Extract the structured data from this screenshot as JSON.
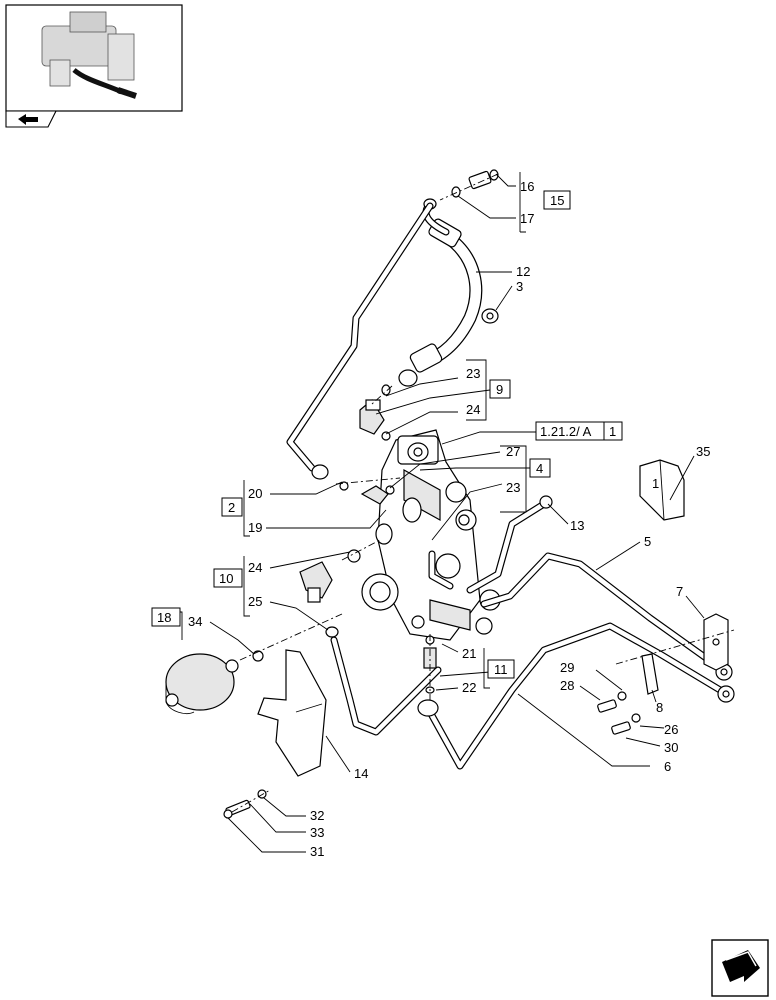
{
  "thumbnail": {
    "icon": "tractor-valve-assembly-thumbnail"
  },
  "nav": {
    "prev_icon": "page-back-arrow-icon",
    "next_icon": "page-next-arrow-icon"
  },
  "references": {
    "ref_1_21_2": "1.21.2/ A",
    "ref_1_21_2_b": "1"
  },
  "boxed_labels": {
    "b2": "2",
    "b4": "4",
    "b9": "9",
    "b10": "10",
    "b11": "11",
    "b15": "15",
    "b18": "18"
  },
  "labels": {
    "l3": "3",
    "l5": "5",
    "l6": "6",
    "l7": "7",
    "l8": "8",
    "l12": "12",
    "l13": "13",
    "l14": "14",
    "l16": "16",
    "l17": "17",
    "l19": "19",
    "l20": "20",
    "l21": "21",
    "l22": "22",
    "l23a": "23",
    "l23b": "23",
    "l24a": "24",
    "l24b": "24",
    "l25": "25",
    "l26": "26",
    "l27": "27",
    "l28": "28",
    "l29": "29",
    "l30": "30",
    "l31": "31",
    "l32": "32",
    "l33": "33",
    "l34": "34",
    "l35": "35"
  },
  "inset_label": "1"
}
